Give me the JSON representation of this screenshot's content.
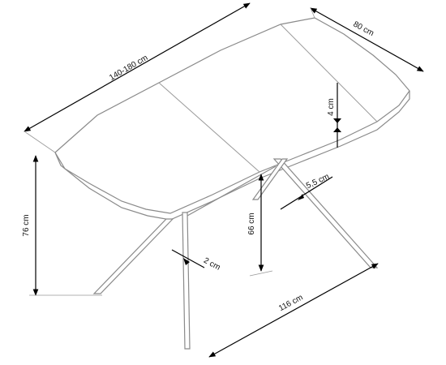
{
  "dimensions": {
    "length": "140-180 cm",
    "width": "80 cm",
    "top_thickness": "4 cm",
    "frame_width": "5,5 cm",
    "height": "76 cm",
    "leg_clearance": "66 cm",
    "leg_thickness": "2 cm",
    "base_length": "116 cm"
  },
  "colors": {
    "outline": "#8a8a8a",
    "dimension_lines": "#000000"
  }
}
